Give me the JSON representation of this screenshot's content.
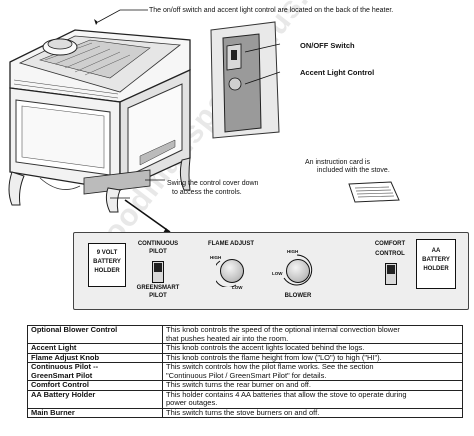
{
  "callouts": {
    "top_note": "The on/off switch and accent light control are located on the back of the heater.",
    "onoff_switch": "ON/OFF Switch",
    "accent_light_control": "Accent Light Control",
    "instruction_card_line1": "An  instruction card is",
    "instruction_card_line2": "included with the stove.",
    "cover_line1": "Swing the control cover down",
    "cover_line2": "to access the controls."
  },
  "panel": {
    "battery9_l1": "9 VOLT",
    "battery9_l2": "BATTERY",
    "battery9_l3": "HOLDER",
    "continuous_l1": "CONTINUOUS",
    "continuous_l2": "PILOT",
    "greensmart_l1": "GREENSMART",
    "greensmart_l2": "PILOT",
    "flame_adjust": "FLAME ADJUST",
    "flame_high": "HIGH",
    "flame_low": "LOW",
    "blower_high": "HIGH",
    "blower_low": "LOW",
    "blower": "BLOWER",
    "comfort_l1": "COMFORT",
    "comfort_l2": "CONTROL",
    "aa_l1": "AA",
    "aa_l2": "BATTERY",
    "aa_l3": "HOLDER"
  },
  "watermark": "woodmansparts plus.com",
  "table": {
    "rows": [
      {
        "label": "Optional Blower Control",
        "desc_l1": "This knob controls the speed of the optional internal convection blower",
        "desc_l2": "that pushes heated air into the room."
      },
      {
        "label": "Accent Light",
        "desc_l1": "This knob controls the accent lights located behind the logs.",
        "desc_l2": ""
      },
      {
        "label": "Flame Adjust Knob",
        "desc_l1": "This knob controls the flame height from low (\"LO\") to high (\"HI\").",
        "desc_l2": ""
      },
      {
        "label": "Continuous Pilot --",
        "label_l2": "GreenSmart Pilot",
        "desc_l1": "This switch controls how the pilot flame works.  See the section",
        "desc_l2": "\"Continuous Pilot / GreenSmart Pilot\" for details."
      },
      {
        "label": "Comfort Control",
        "desc_l1": "This switch turns the rear burner on and off.",
        "desc_l2": ""
      },
      {
        "label": "AA Battery Holder",
        "desc_l1": "This holder contains 4 AA batteries that allow the stove to operate during",
        "desc_l2": "power outages."
      },
      {
        "label": "Main Burner",
        "desc_l1": "This switch turns the stove burners on and off.",
        "desc_l2": ""
      }
    ]
  }
}
